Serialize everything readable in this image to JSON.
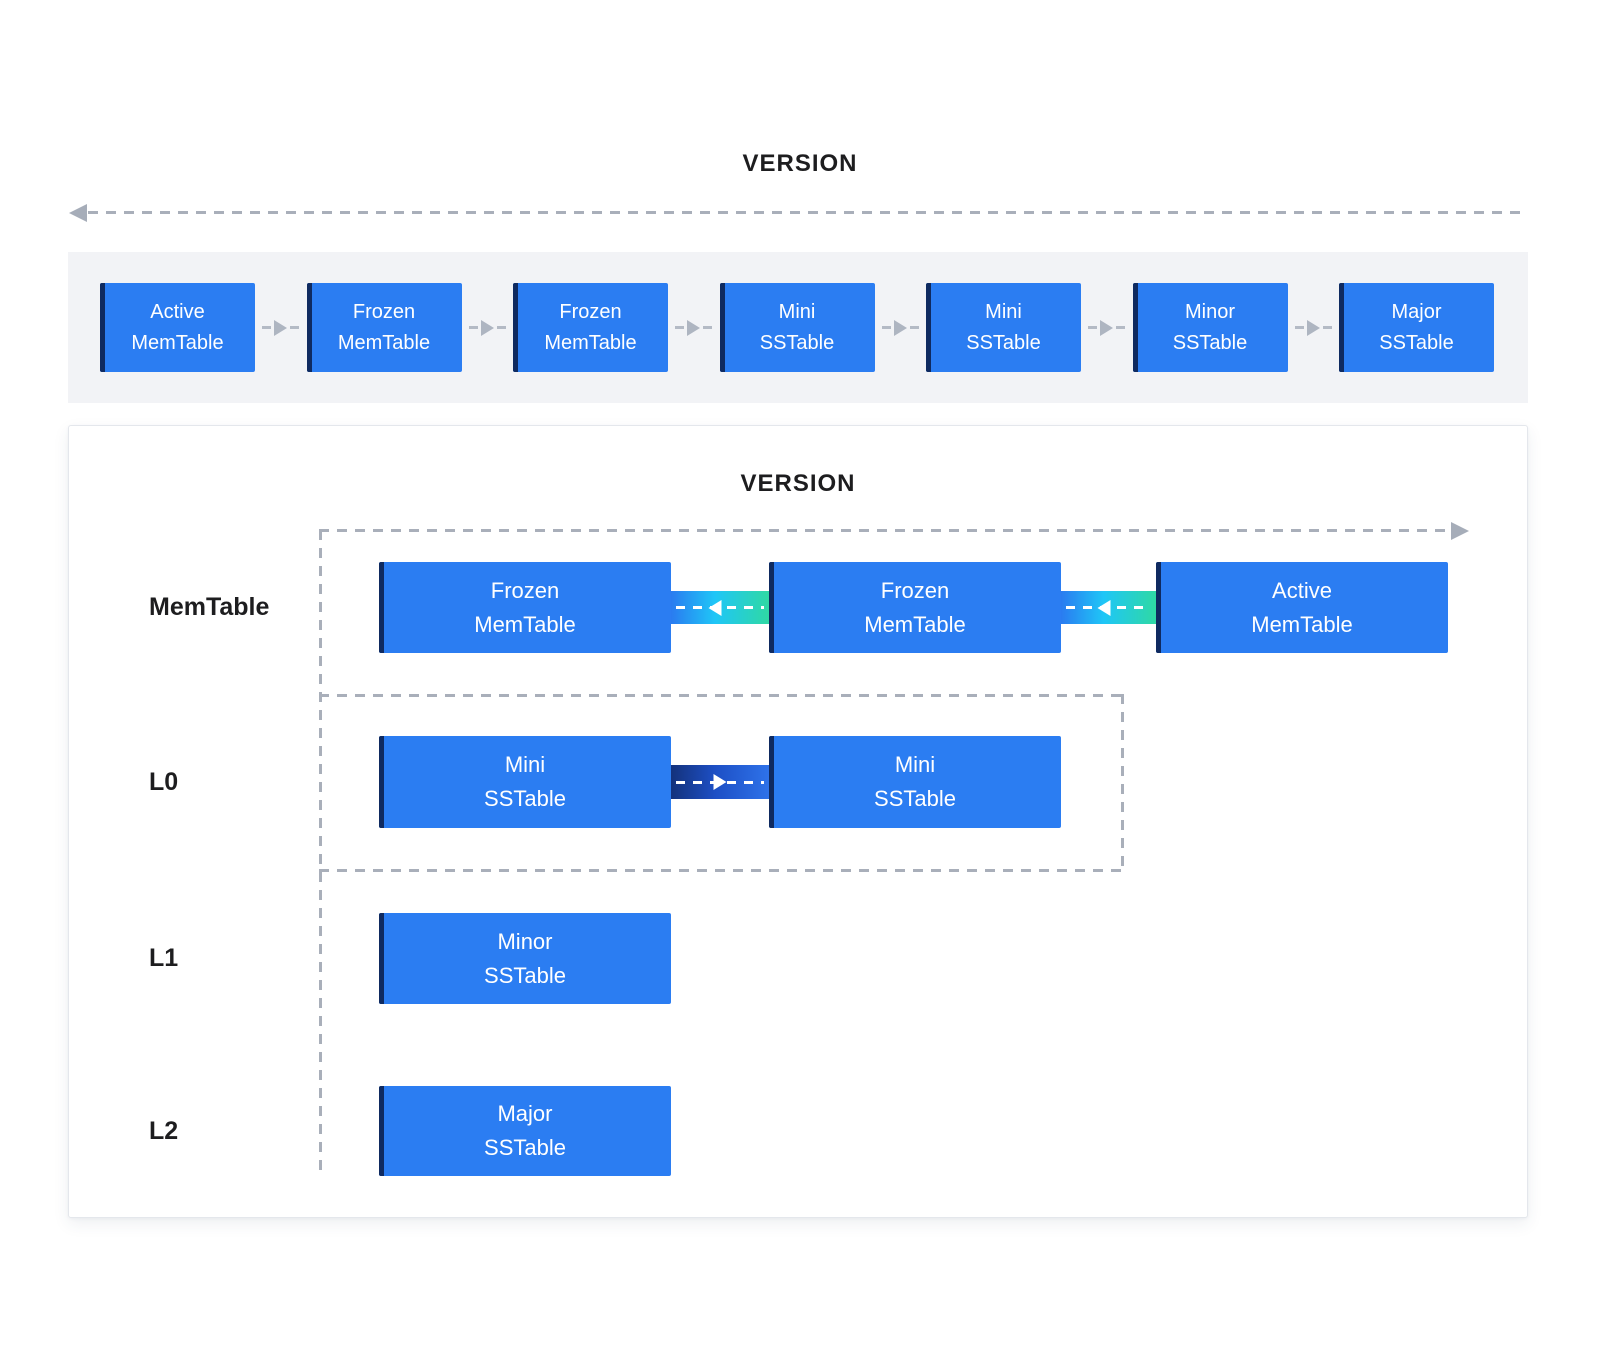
{
  "top": {
    "title": "VERSION",
    "arrow_direction": "left",
    "nodes": [
      {
        "line1": "Active",
        "line2": "MemTable"
      },
      {
        "line1": "Frozen",
        "line2": "MemTable"
      },
      {
        "line1": "Frozen",
        "line2": "MemTable"
      },
      {
        "line1": "Mini",
        "line2": "SSTable"
      },
      {
        "line1": "Mini",
        "line2": "SSTable"
      },
      {
        "line1": "Minor",
        "line2": "SSTable"
      },
      {
        "line1": "Major",
        "line2": "SSTable"
      }
    ]
  },
  "panel": {
    "title": "VERSION",
    "arrow_direction": "right",
    "rows": [
      {
        "label": "MemTable",
        "nodes": [
          {
            "line1": "Frozen",
            "line2": "MemTable"
          },
          {
            "line1": "Frozen",
            "line2": "MemTable"
          },
          {
            "line1": "Active",
            "line2": "MemTable"
          }
        ]
      },
      {
        "label": "L0",
        "nodes": [
          {
            "line1": "Mini",
            "line2": "SSTable"
          },
          {
            "line1": "Mini",
            "line2": "SSTable"
          }
        ]
      },
      {
        "label": "L1",
        "nodes": [
          {
            "line1": "Minor",
            "line2": "SSTable"
          }
        ]
      },
      {
        "label": "L2",
        "nodes": [
          {
            "line1": "Major",
            "line2": "SSTable"
          }
        ]
      }
    ]
  },
  "colors": {
    "node_fill": "#2b7df2",
    "node_spine": "#0f2a60",
    "band_background": "#f2f3f6",
    "dash_gray": "#a9afba",
    "panel_border": "#e4e7ec",
    "title_text": "#1d1d1f",
    "memtable_connector_gradient": [
      "#2a7bf0",
      "#1fc6f7",
      "#2fd9a4"
    ],
    "l0_connector_gradient": [
      "#14327b",
      "#1d4fc5",
      "#2e72e9"
    ]
  }
}
